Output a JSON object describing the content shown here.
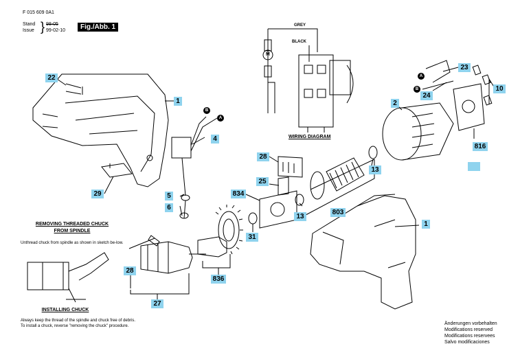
{
  "header": {
    "part_number": "F 015 609 0A1",
    "stand_label": "Stand",
    "stand_value": "98-05",
    "issue_label": "Issue",
    "issue_value": "99-02-10",
    "figure_badge": "Fig./Abb. 1"
  },
  "wiring": {
    "grey_label": "GREY",
    "black_label": "BLACK",
    "motor_symbol": "M",
    "title": "WIRING DIAGRAM"
  },
  "callouts": {
    "c1_top": "1",
    "c1_bottom": "1",
    "c2": "2",
    "c4": "4",
    "c5": "5",
    "c6": "6",
    "c10": "10",
    "c13_a": "13",
    "c13_b": "13",
    "c22": "22",
    "c23": "23",
    "c24": "24",
    "c25": "25",
    "c27": "27",
    "c28_a": "28",
    "c28_b": "28",
    "c29": "29",
    "c31": "31",
    "c803": "803",
    "c816": "816",
    "c834": "834",
    "c836": "836"
  },
  "letters": {
    "a": "A",
    "b": "B"
  },
  "instructions": {
    "removing_title_1": "REMOVING THREADED CHUCK",
    "removing_title_2": "FROM SPINDLE",
    "removing_text": "Unthread chuck from spindle as shown in sketch be-low.",
    "installing_title": "INSTALLING CHUCK",
    "installing_text": "Always keep the thread of the spindle and chuck free of debris. To install a chuck, reverse \"removing the chuck\" procedure."
  },
  "footer": {
    "line1": "Änderungen vorbehalten",
    "line2": "Modifications reserved",
    "line3": "Modifications reservees",
    "line4": "Salvo modificaciones"
  },
  "colors": {
    "callout_bg": "#8fd3ee",
    "ink": "#000000"
  }
}
